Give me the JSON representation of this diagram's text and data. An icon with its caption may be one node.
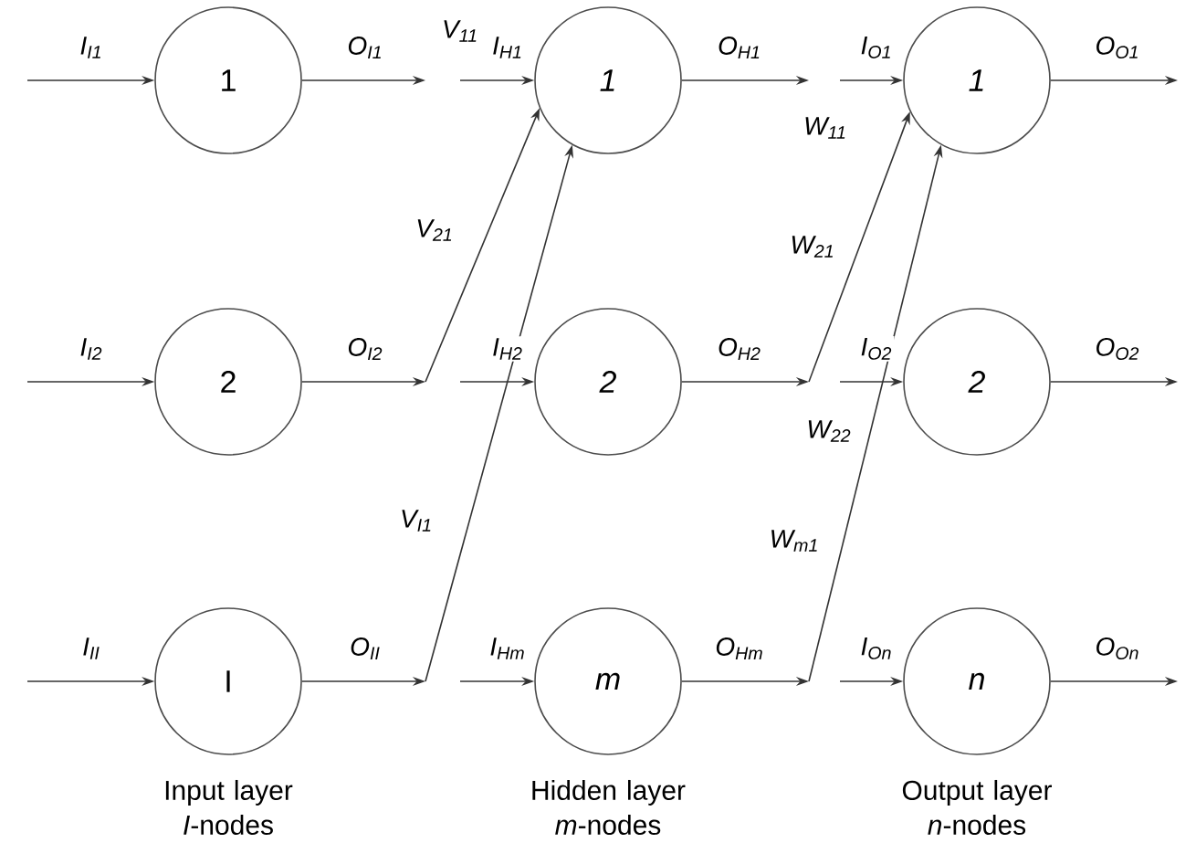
{
  "diagram": {
    "nodes": [
      {
        "text": [
          "1"
        ]
      },
      {
        "text": [
          "2"
        ]
      },
      {
        "text": [
          "I"
        ]
      },
      {
        "text": [
          "1"
        ]
      },
      {
        "text": [
          "2"
        ]
      },
      {
        "text": [
          "m"
        ]
      },
      {
        "text": [
          "1"
        ]
      },
      {
        "text": [
          "2"
        ]
      },
      {
        "text": [
          "n"
        ]
      }
    ],
    "edges": [
      {
        "from": null,
        "to": 0,
        "arrow": "to",
        "label": "I$_{I1}$"
      },
      {
        "from": null,
        "to": 1,
        "arrow": "to",
        "label": "I$_{I2}$"
      },
      {
        "from": null,
        "to": 2,
        "arrow": "to",
        "label": "I$_{II}$"
      },
      {
        "from": 0,
        "to": null,
        "arrow": "to",
        "label": "O$_{I1}$"
      },
      {
        "from": 1,
        "to": null,
        "arrow": "to",
        "label": "O$_{I2}$"
      },
      {
        "from": 2,
        "to": null,
        "arrow": "to",
        "label": "O$_{II}$"
      },
      {
        "from": null,
        "to": 3,
        "arrow": "to",
        "label": "I$_{H1}$"
      },
      {
        "from": null,
        "to": 4,
        "arrow": "to",
        "label": "I$_{H2}$"
      },
      {
        "from": null,
        "to": 5,
        "arrow": "to",
        "label": "I$_{Hm}$"
      },
      {
        "from": null,
        "to": 3,
        "arrow": "to",
        "label": "V$_{21}$"
      },
      {
        "from": null,
        "to": 3,
        "arrow": "to",
        "label": "V$_{I1}$"
      },
      {
        "from": 3,
        "to": null,
        "arrow": "to",
        "label": "O$_{H1}$"
      },
      {
        "from": 4,
        "to": null,
        "arrow": "to",
        "label": "O$_{H2}$"
      },
      {
        "from": 5,
        "to": null,
        "arrow": "to",
        "label": "O$_{Hm}$"
      },
      {
        "from": null,
        "to": 6,
        "arrow": "to",
        "label": "I$_{O1}$"
      },
      {
        "from": null,
        "to": 7,
        "arrow": "to",
        "label": "I$_{O2}$"
      },
      {
        "from": null,
        "to": 8,
        "arrow": "to",
        "label": "I$_{On}$"
      },
      {
        "from": null,
        "to": 6,
        "arrow": "to",
        "label": "W$_{21}$"
      },
      {
        "from": null,
        "to": 6,
        "arrow": "to",
        "label": "W$_{m1}$"
      },
      {
        "from": 6,
        "to": null,
        "arrow": "to",
        "label": "O$_{O1}$"
      },
      {
        "from": 7,
        "to": null,
        "arrow": "to",
        "label": "O$_{O2}$"
      },
      {
        "from": 8,
        "to": null,
        "arrow": "to",
        "label": "O$_{On}$"
      }
    ],
    "labels": [
      "V$_{11}$",
      "W$_{11}$",
      "W$_{22}$",
      "Input layer *I*-nodes",
      "Hidden layer *m*-nodes",
      "Output layer *n*-nodes"
    ]
  }
}
